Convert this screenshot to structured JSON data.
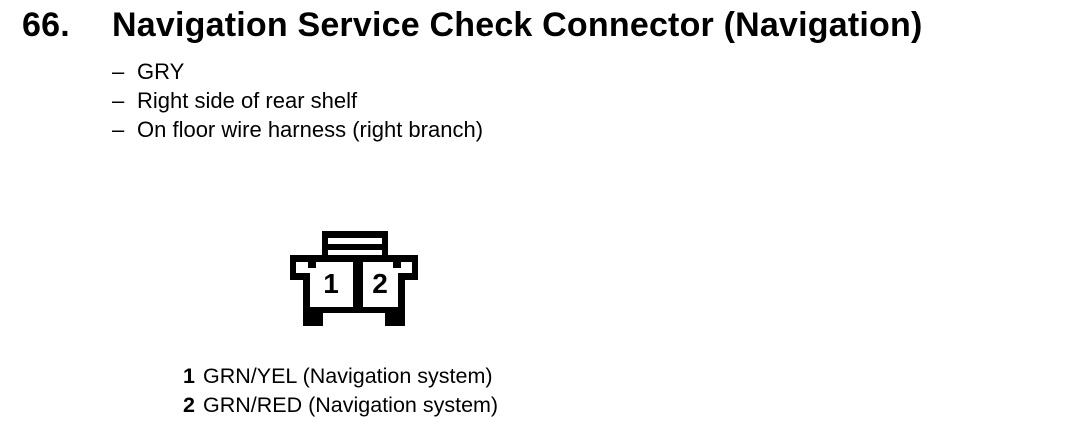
{
  "colors": {
    "ink": "#000000",
    "paper": "#ffffff"
  },
  "heading": {
    "number": "66.",
    "title": "Navigation Service Check Connector (Navigation)"
  },
  "details": {
    "marker": "–",
    "items": [
      "GRY",
      "Right side of rear shelf",
      "On floor wire harness (right branch)"
    ]
  },
  "connector": {
    "type": "2-pin connector front view",
    "pins": [
      "1",
      "2"
    ]
  },
  "legend": {
    "rows": [
      {
        "pin": "1",
        "label": "GRN/YEL (Navigation system)"
      },
      {
        "pin": "2",
        "label": "GRN/RED (Navigation system)"
      }
    ]
  }
}
